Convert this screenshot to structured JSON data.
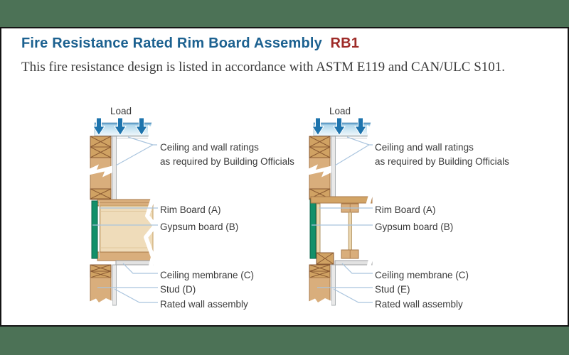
{
  "frame": {
    "band_color": "#4c7256",
    "border_color": "#141414"
  },
  "header": {
    "title": "Fire Resistance Rated Rim Board Assembly",
    "code": "RB1",
    "subtitle": "This fire resistance design is listed in accordance with ASTM E119 and CAN/ULC S101."
  },
  "diagrams": [
    {
      "load_label": "Load",
      "callouts": {
        "ratings_line1": "Ceiling and wall ratings",
        "ratings_line2": "as required by Building Officials",
        "rim_board": "Rim Board (A)",
        "gypsum_board": "Gypsum board (B)",
        "ceiling_membrane": "Ceiling membrane (C)",
        "stud": "Stud (D)",
        "rated_wall": "Rated wall assembly"
      }
    },
    {
      "load_label": "Load",
      "callouts": {
        "ratings_line1": "Ceiling and wall ratings",
        "ratings_line2": "as required by Building Officials",
        "rim_board": "Rim Board (A)",
        "gypsum_board": "Gypsum board (B)",
        "ceiling_membrane": "Ceiling membrane (C)",
        "stud": "Stud (E)",
        "rated_wall": "Rated wall assembly"
      }
    }
  ],
  "colors": {
    "title_blue": "#1c6190",
    "code_red": "#9e2b28",
    "gypsum_green": "#12906a",
    "wood_tan": "#d9ae7c",
    "wood_light": "#efdcba",
    "arrow_blue": "#1e74ad",
    "leader_blue": "#a9c4de",
    "slab_blue": "#9fcde6"
  }
}
